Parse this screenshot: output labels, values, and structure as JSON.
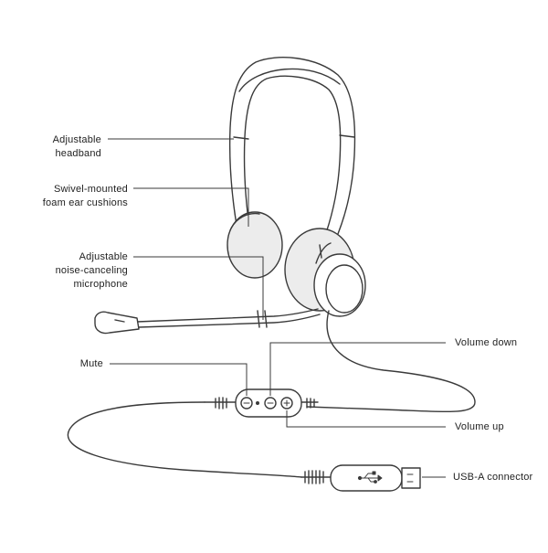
{
  "callouts": {
    "headband": [
      "Adjustable",
      "headband"
    ],
    "ear_cushions": [
      "Swivel-mounted",
      "foam ear cushions"
    ],
    "microphone": [
      "Adjustable",
      "noise-canceling",
      "microphone"
    ],
    "mute": "Mute",
    "volume_down": "Volume down",
    "volume_up": "Volume up",
    "usb": "USB-A connector"
  },
  "colors": {
    "line": "#3a3a3a",
    "cushion_fill": "#ececec",
    "text": "#222222"
  },
  "icons": [
    "usb-symbol-icon",
    "mute-icon",
    "volume-down-icon",
    "volume-up-icon"
  ]
}
